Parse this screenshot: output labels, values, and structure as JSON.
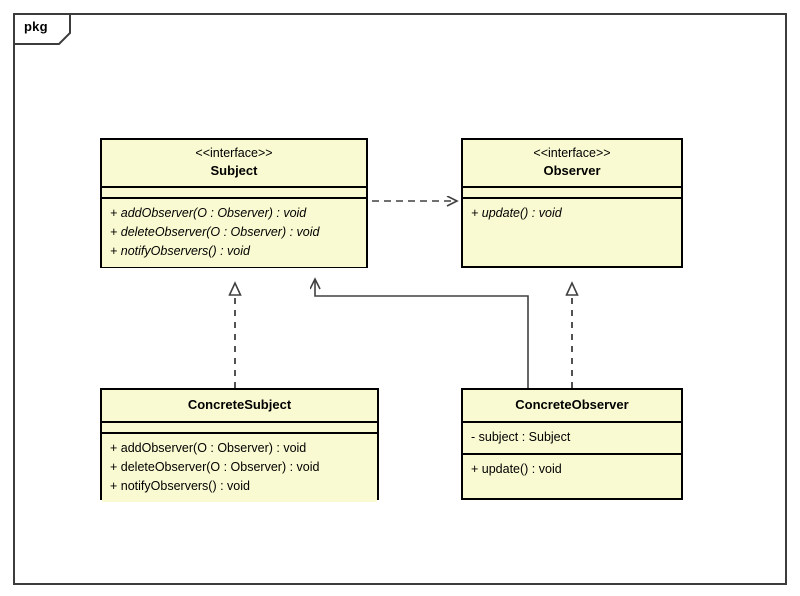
{
  "diagram": {
    "package_label": "pkg",
    "type": "uml-class-diagram",
    "fill_color": "#FAFAD2",
    "border_color": "#000000",
    "frame_color": "#3C3C3C",
    "line_color": "#404040"
  },
  "classes": {
    "subject": {
      "stereotype": "<<interface>>",
      "name": "Subject",
      "attributes": [],
      "methods": [
        "+ addObserver(O : Observer) : void",
        "+ deleteObserver(O : Observer) : void",
        "+ notifyObservers() : void"
      ]
    },
    "observer": {
      "stereotype": "<<interface>>",
      "name": "Observer",
      "attributes": [],
      "methods": [
        "+ update() : void"
      ]
    },
    "concrete_subject": {
      "stereotype": "",
      "name": "ConcreteSubject",
      "attributes": [],
      "methods": [
        "+ addObserver(O : Observer) : void",
        "+ deleteObserver(O : Observer) : void",
        "+ notifyObservers() : void"
      ]
    },
    "concrete_observer": {
      "stereotype": "",
      "name": "ConcreteObserver",
      "attributes": [
        "- subject : Subject"
      ],
      "methods": [
        "+ update() : void"
      ]
    }
  },
  "relationships": [
    {
      "id": "subject-depends-observer",
      "from": "Subject",
      "to": "Observer",
      "type": "dependency",
      "line": "dashed",
      "arrowhead": "open"
    },
    {
      "id": "concretesubject-realizes-subject",
      "from": "ConcreteSubject",
      "to": "Subject",
      "type": "realization",
      "line": "dashed",
      "arrowhead": "hollow-triangle"
    },
    {
      "id": "concreteobserver-realizes-observer",
      "from": "ConcreteObserver",
      "to": "Observer",
      "type": "realization",
      "line": "dashed",
      "arrowhead": "hollow-triangle"
    },
    {
      "id": "concreteobserver-association-subject",
      "from": "ConcreteObserver",
      "to": "Subject",
      "type": "association",
      "line": "solid",
      "arrowhead": "open"
    }
  ]
}
